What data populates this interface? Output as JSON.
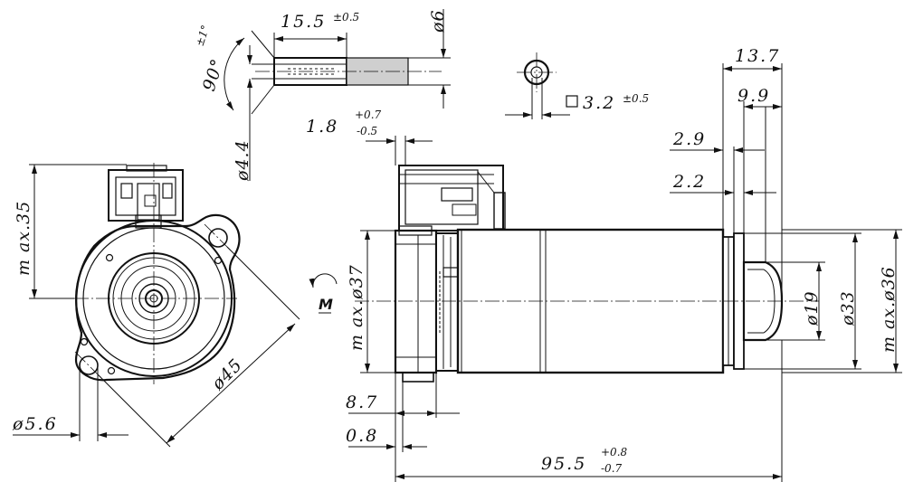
{
  "labels": {
    "shaft_length": "15.5",
    "shaft_length_tol": "±0.5",
    "shaft_dia": "ø6",
    "angle": "90°",
    "angle_tol": "±1°",
    "shaft_flat": "ø4.4",
    "square": "3.2",
    "square_tol": "±0.5",
    "d_13_7": "13.7",
    "d_9_9": "9.9",
    "d_2_9": "2.9",
    "d_2_2": "2.2",
    "d_1_8": "1.8",
    "d_1_8_tol_up": "+0.7",
    "d_1_8_tol_dn": "-0.5",
    "max_35": "m ax.35",
    "max_37": "m ax.ø37",
    "max_36": "m ax.ø36",
    "dia_19": "ø19",
    "dia_33": "ø33",
    "dia_45": "ø45",
    "dia_5_6": "ø5.6",
    "d_8_7": "8.7",
    "d_0_8": "0.8",
    "total_len": "95.5",
    "total_len_tol_up": "+0.8",
    "total_len_tol_dn": "-0.7",
    "torque_symbol": "M"
  }
}
